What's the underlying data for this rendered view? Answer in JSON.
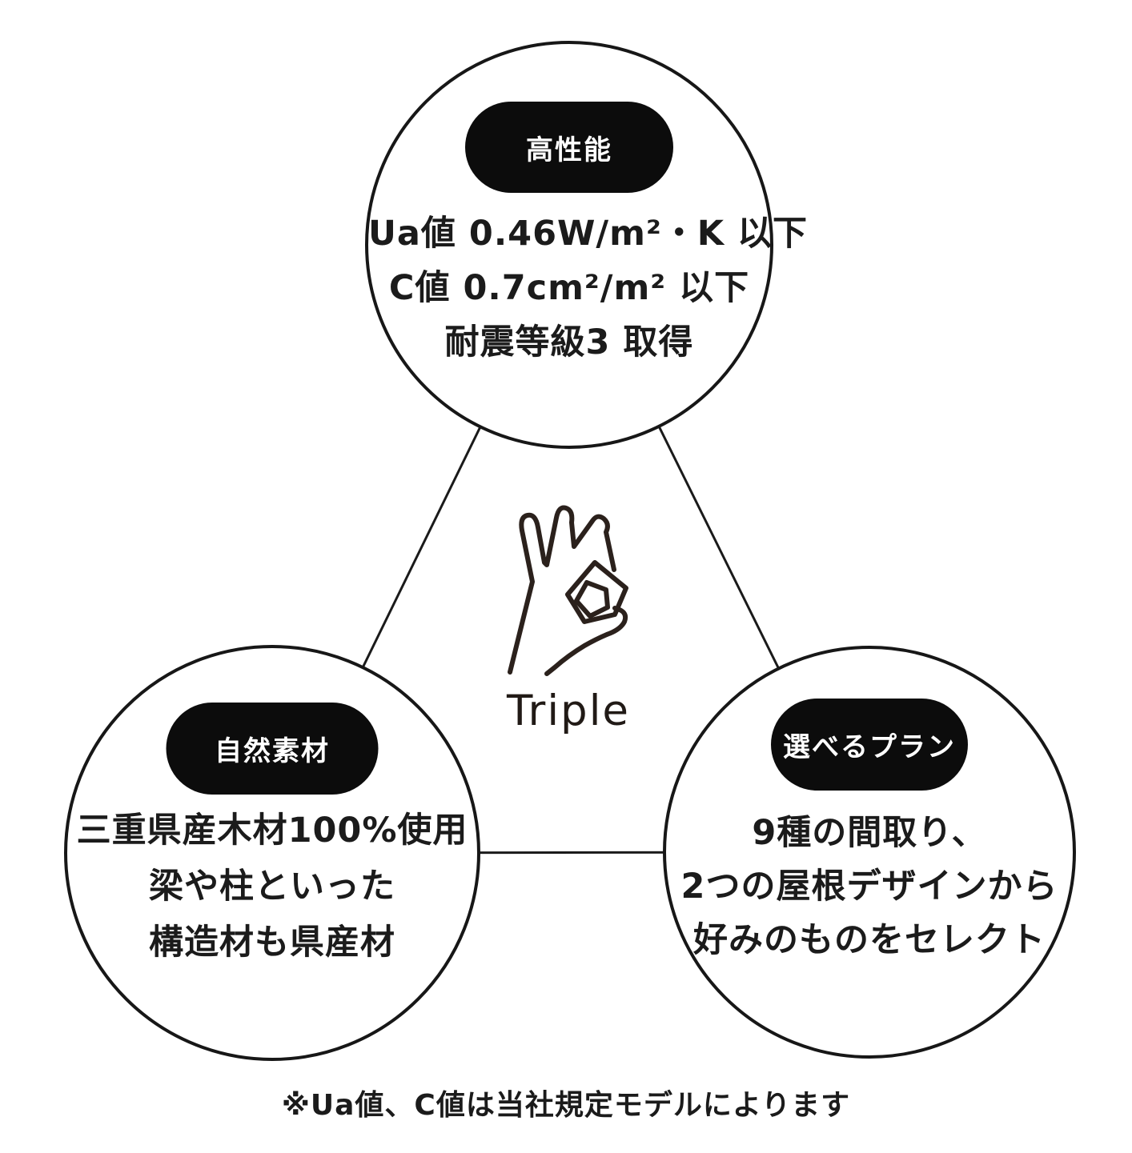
{
  "diagram": {
    "title_hint": "Triple feature diagram",
    "center": {
      "logo_text": "Triple",
      "icon": "ok-hand"
    },
    "circles": [
      {
        "id": "high-performance",
        "badge": "高性能",
        "lines": [
          "Ua値 0.46W/m²・K 以下",
          "C値 0.7cm²/m² 以下",
          "耐震等級3 取得"
        ]
      },
      {
        "id": "natural-materials",
        "badge": "自然素材",
        "lines": [
          "三重県産木材100%使用",
          "梁や柱といった",
          "構造材も県産材"
        ]
      },
      {
        "id": "selectable-plans",
        "badge": "選べるプラン",
        "lines": [
          "9種の間取り、",
          "2つの屋根デザインから",
          "好みのものをセレクト"
        ]
      }
    ],
    "footnote": "※Ua値、C値は当社規定モデルによります",
    "colors": {
      "background": "#ffffff",
      "ink": "#1a1a1a",
      "badge_bg": "#0c0c0c",
      "badge_text": "#ffffff",
      "icon": "#2b211c"
    }
  }
}
